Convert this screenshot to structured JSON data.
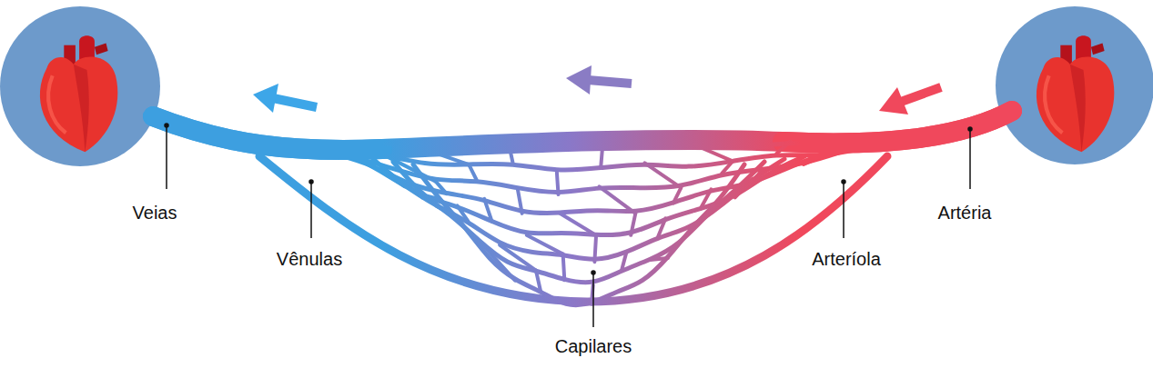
{
  "diagram": {
    "labels": [
      "Veias",
      "Artéria",
      "Vênulas",
      "Arteríola",
      "Capilares"
    ]
  }
}
